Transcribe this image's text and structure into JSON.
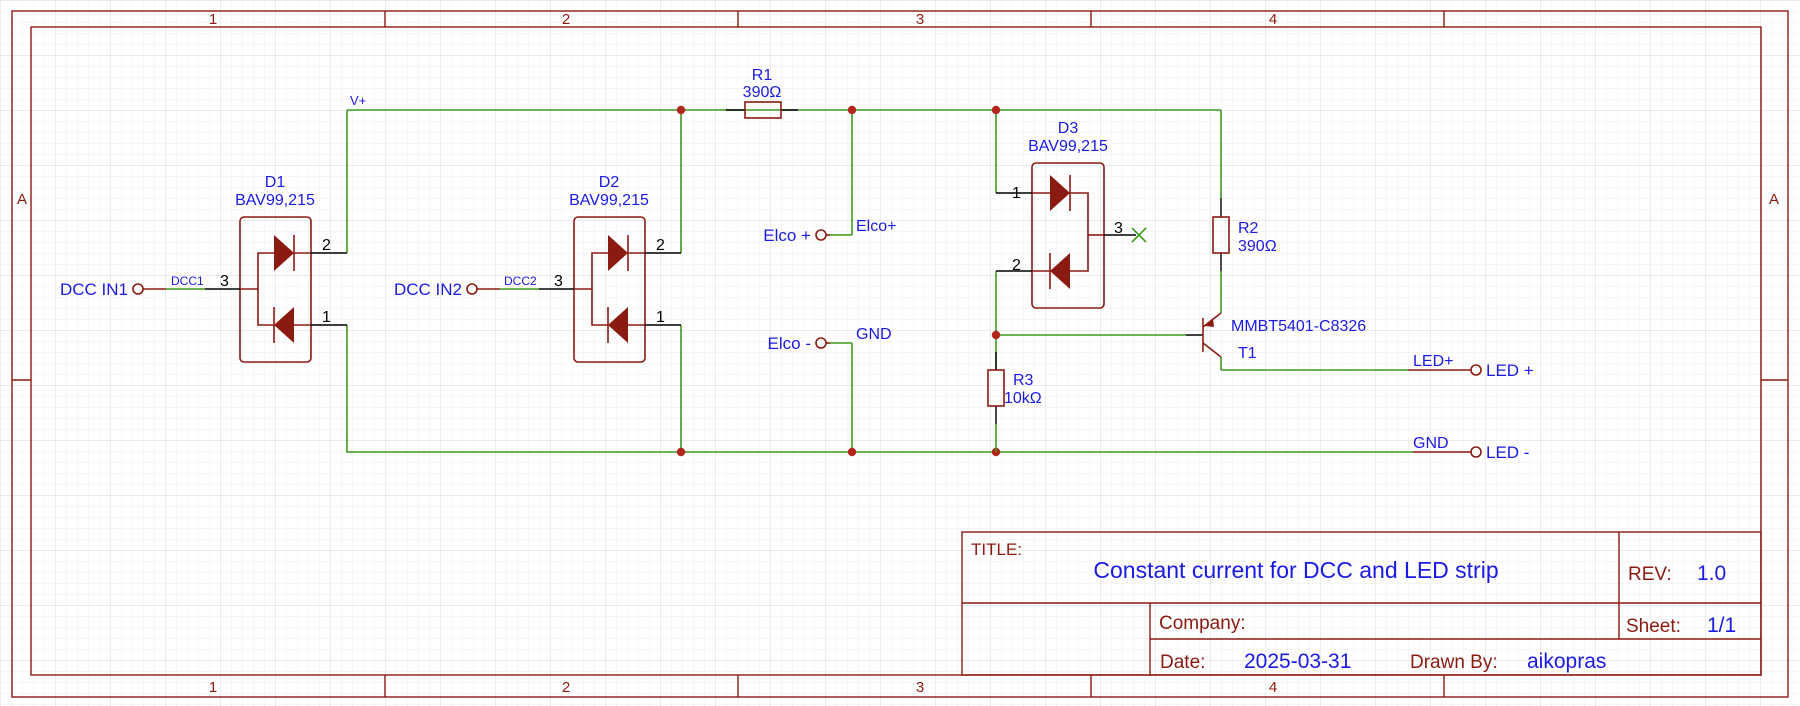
{
  "frame": {
    "columns": [
      "1",
      "2",
      "3",
      "4"
    ],
    "rows": [
      "A"
    ]
  },
  "nets": {
    "vplus": "V+",
    "dcc1": "DCC1",
    "dcc2": "DCC2",
    "elco_plus": "Elco+",
    "gnd": "GND",
    "led_plus": "LED+",
    "gnd2": "GND"
  },
  "ports": {
    "dcc_in1": "DCC IN1",
    "dcc_in2": "DCC IN2",
    "elco_plus": "Elco +",
    "elco_minus": "Elco -",
    "led_plus": "LED +",
    "led_minus": "LED -"
  },
  "components": {
    "d1": {
      "ref": "D1",
      "value": "BAV99,215"
    },
    "d2": {
      "ref": "D2",
      "value": "BAV99,215"
    },
    "d3": {
      "ref": "D3",
      "value": "BAV99,215"
    },
    "r1": {
      "ref": "R1",
      "value": "390Ω"
    },
    "r2": {
      "ref": "R2",
      "value": "390Ω"
    },
    "r3": {
      "ref": "R3",
      "value": "10kΩ"
    },
    "t1": {
      "ref": "T1",
      "value": "MMBT5401-C8326"
    }
  },
  "pins": {
    "p1": "1",
    "p2": "2",
    "p3": "3"
  },
  "title_block": {
    "title_label": "TITLE:",
    "title": "Constant current for DCC and LED strip",
    "rev_label": "REV:",
    "rev": "1.0",
    "company_label": "Company:",
    "company": "",
    "sheet_label": "Sheet:",
    "sheet": "1/1",
    "date_label": "Date:",
    "date": "2025-03-31",
    "drawn_by_label": "Drawn By:",
    "drawn_by": "aikopras"
  },
  "colors": {
    "wire": "#3c9a1e",
    "component": "#8b1a10",
    "label": "#1a1ae6",
    "junction": "#b3261e"
  }
}
